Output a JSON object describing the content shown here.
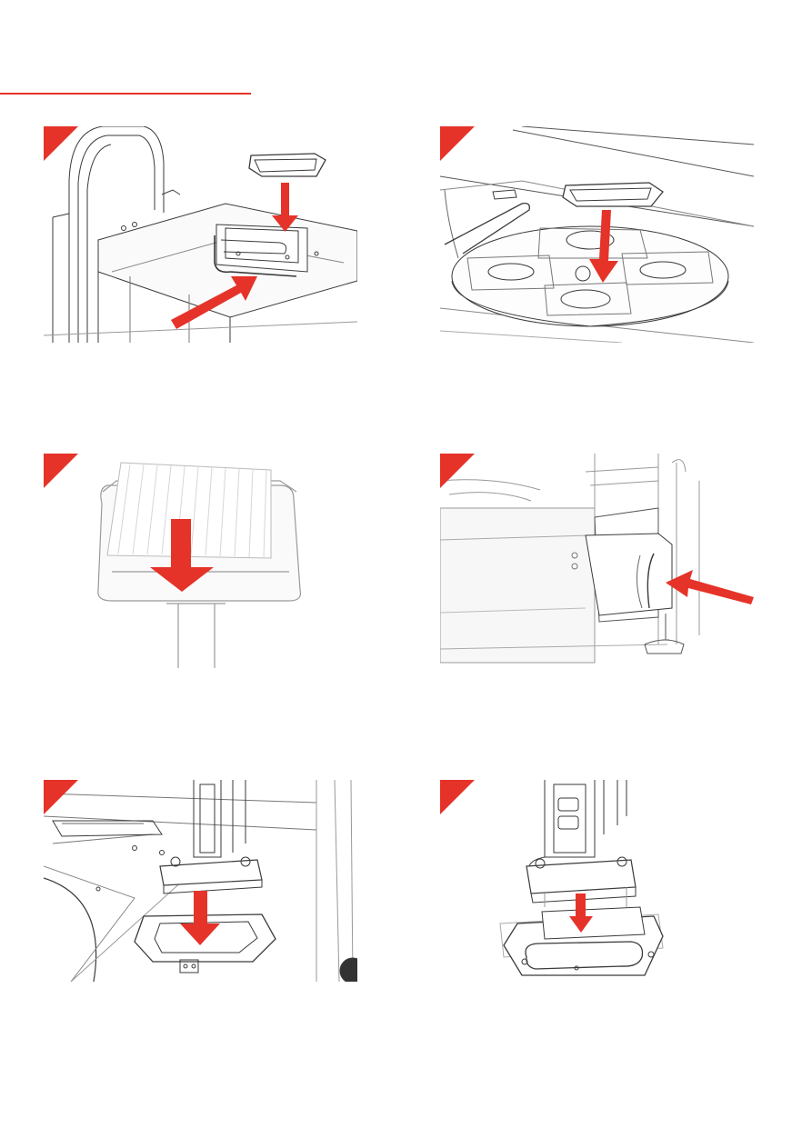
{
  "accent_color": "#e5332a",
  "line_color": "#3a3a3a",
  "steps": [
    {
      "id": "step-1",
      "icon": "tray-insert-illustration"
    },
    {
      "id": "step-2",
      "icon": "carousel-placement-illustration"
    },
    {
      "id": "step-3",
      "icon": "paper-stack-illustration"
    },
    {
      "id": "step-4",
      "icon": "side-holder-illustration"
    },
    {
      "id": "step-5",
      "icon": "frame-lower-illustration"
    },
    {
      "id": "step-6",
      "icon": "frame-mount-illustration"
    }
  ]
}
